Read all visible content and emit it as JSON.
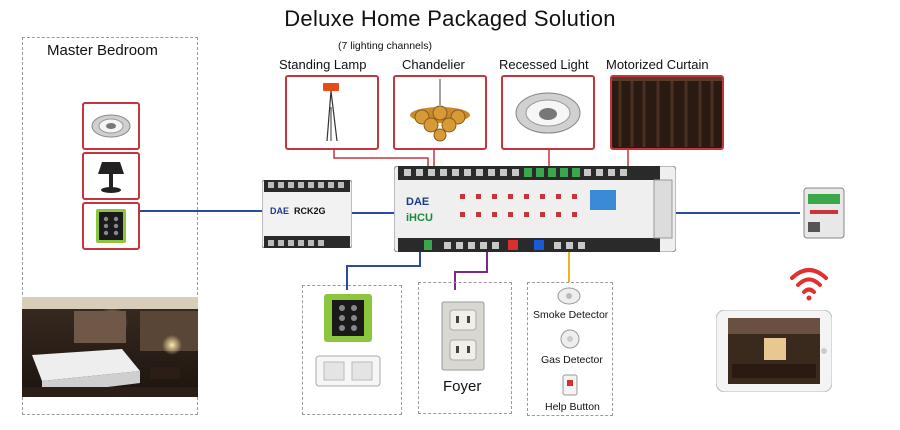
{
  "title": "Deluxe Home Packaged Solution",
  "master_bedroom": {
    "label": "Master Bedroom"
  },
  "lighting_note": "(7 lighting channels)",
  "devices_top": {
    "standing_lamp": "Standing Lamp",
    "chandelier": "Chandelier",
    "recessed_light": "Recessed Light",
    "motorized_curtain": "Motorized Curtain"
  },
  "relay_module": {
    "brand": "DAE",
    "model": "RCK2G"
  },
  "controller": {
    "brand": "DAE",
    "model": "iHCU"
  },
  "foyer": {
    "label": "Foyer"
  },
  "sensors": {
    "smoke": "Smoke Detector",
    "gas": "Gas Detector",
    "help": "Help Button"
  },
  "colors": {
    "blue_line": "#2a4aa8",
    "purple_line": "#7a2a8a",
    "yellow_line": "#f0b020",
    "red_accent": "#c8343c",
    "green_keypad": "#8cc63f",
    "wifi_red": "#e03030"
  }
}
